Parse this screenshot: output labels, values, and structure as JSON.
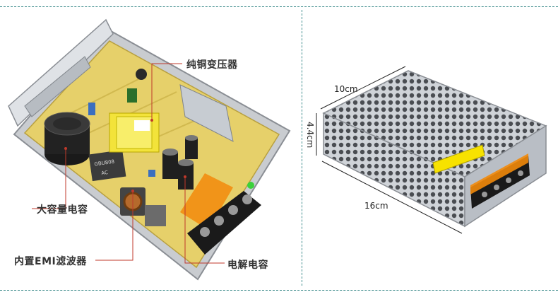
{
  "left_photo": {
    "callouts": {
      "transformer": "纯铜变压器",
      "capacitor": "大容量电容",
      "emi_filter": "内置EMI滤波器",
      "electrolytic": "电解电容"
    },
    "board_markings": {
      "bridge_top": "GBU808",
      "bridge_bottom": "AC"
    }
  },
  "right_photo": {
    "dimensions": {
      "width": "10cm",
      "height": "4.4cm",
      "length": "16cm"
    }
  },
  "colors": {
    "frame_line": "#3d8c8c",
    "pcb": "#e6d06a",
    "callout_line": "#c0392b"
  }
}
